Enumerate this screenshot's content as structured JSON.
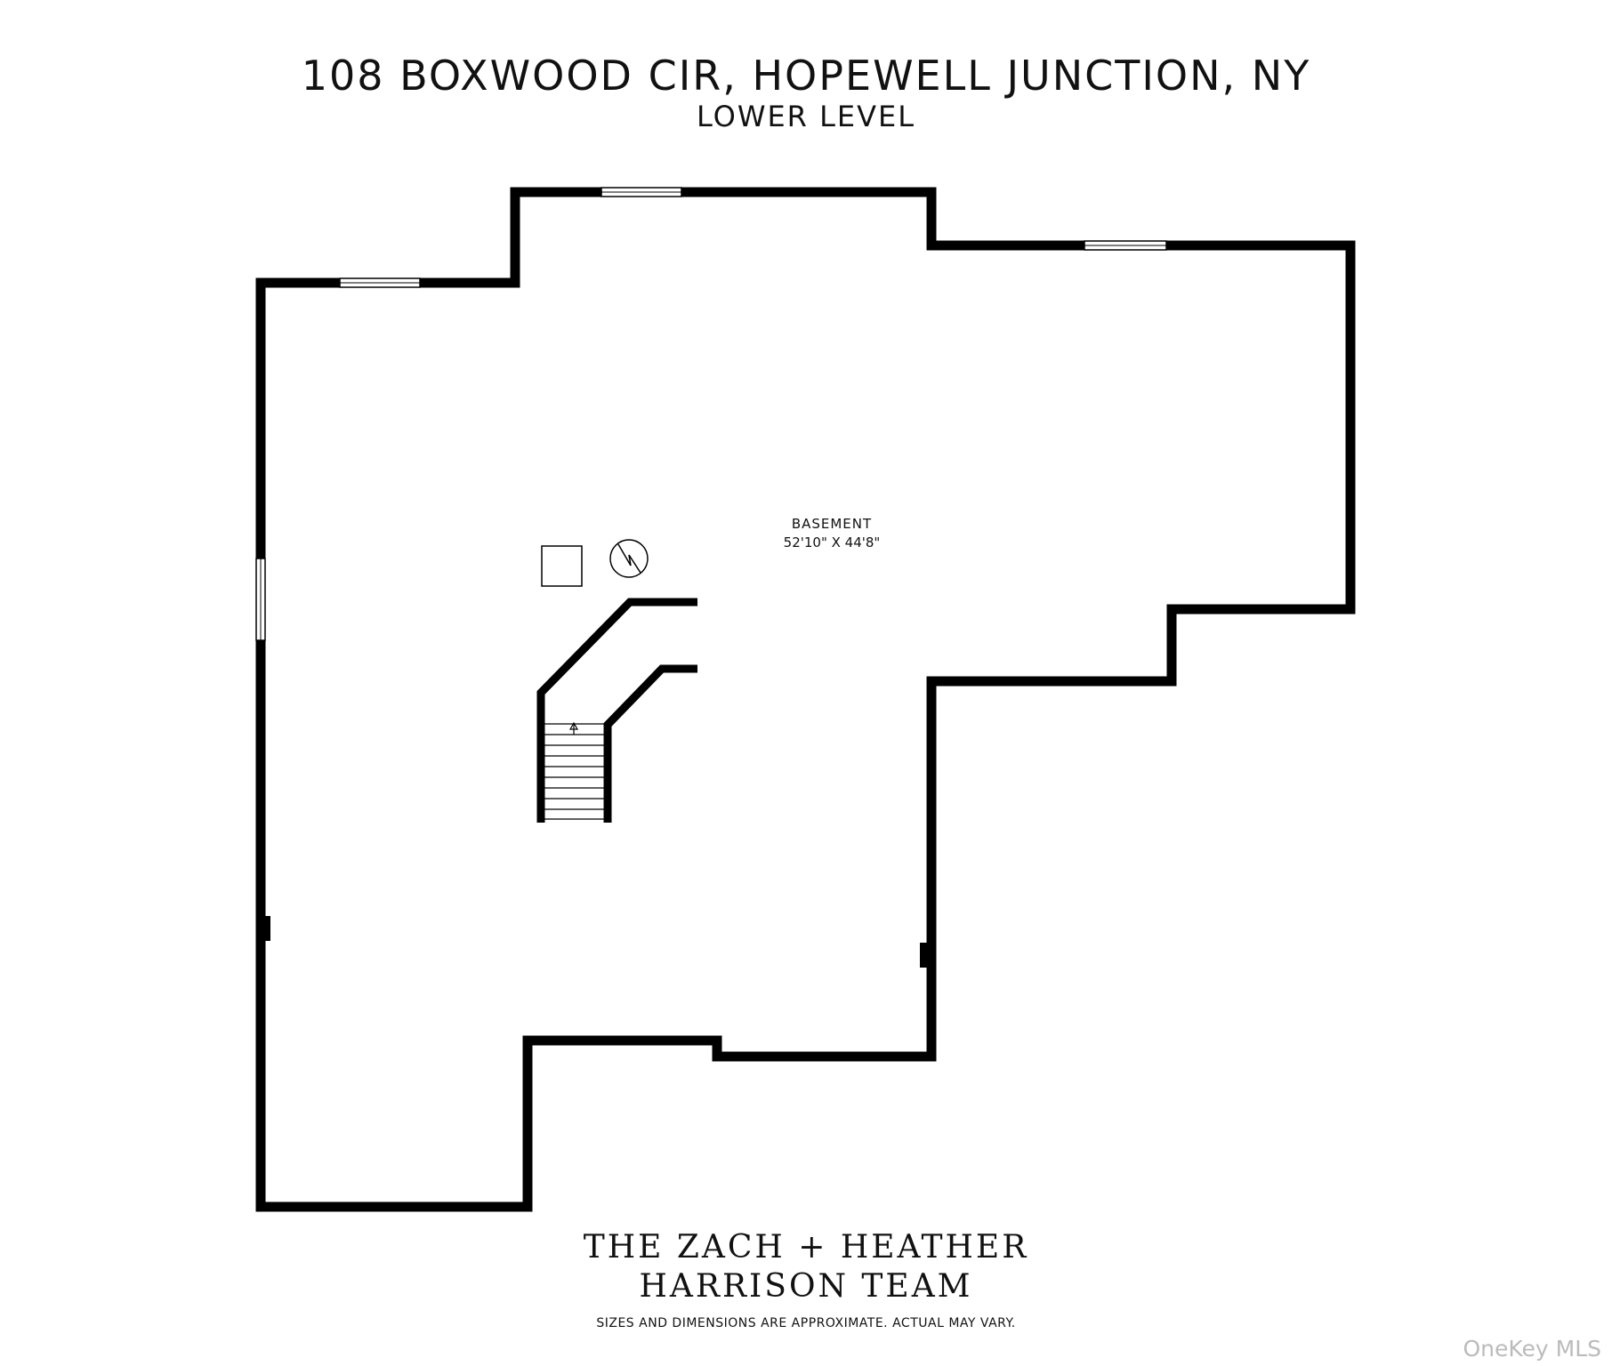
{
  "header": {
    "title": "108 BOXWOOD CIR, HOPEWELL JUNCTION, NY",
    "subtitle": "LOWER LEVEL"
  },
  "room": {
    "name": "BASEMENT",
    "dimensions": "52'10\" X 44'8\""
  },
  "footer": {
    "brand_line1": "THE ZACH + HEATHER",
    "brand_line2": "HARRISON TEAM",
    "disclaimer": "SIZES AND DIMENSIONS ARE APPROXIMATE. ACTUAL MAY VARY.",
    "watermark": "OneKey MLS"
  },
  "colors": {
    "wall": "#000000",
    "background": "#ffffff",
    "watermark": "#bbbbbb"
  },
  "icons": [
    "stairs-up-arrow-icon",
    "water-heater-icon",
    "utility-box-icon"
  ]
}
